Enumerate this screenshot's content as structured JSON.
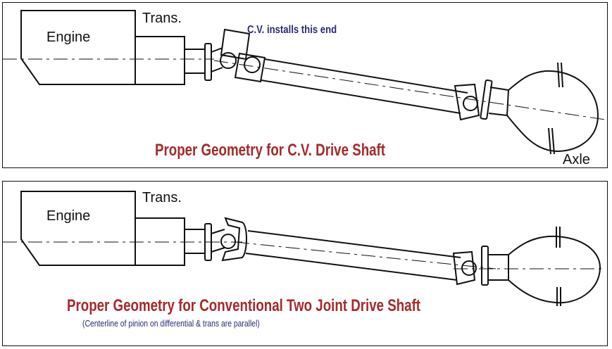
{
  "panels": [
    {
      "id": "cv-drive-shaft",
      "labels": {
        "engine": "Engine",
        "trans": "Trans.",
        "axle": "Axle",
        "cv_note": "C.V. installs this end"
      },
      "title": "Proper Geometry for C.V. Drive Shaft"
    },
    {
      "id": "two-joint-drive-shaft",
      "labels": {
        "engine": "Engine",
        "trans": "Trans."
      },
      "title": "Proper Geometry for Conventional Two Joint Drive Shaft",
      "subtitle": "(Centerline of pinion on differential & trans are parallel)"
    }
  ],
  "colors": {
    "title": "#a52a2a",
    "note": "#2b2a7a",
    "line": "#111111"
  }
}
